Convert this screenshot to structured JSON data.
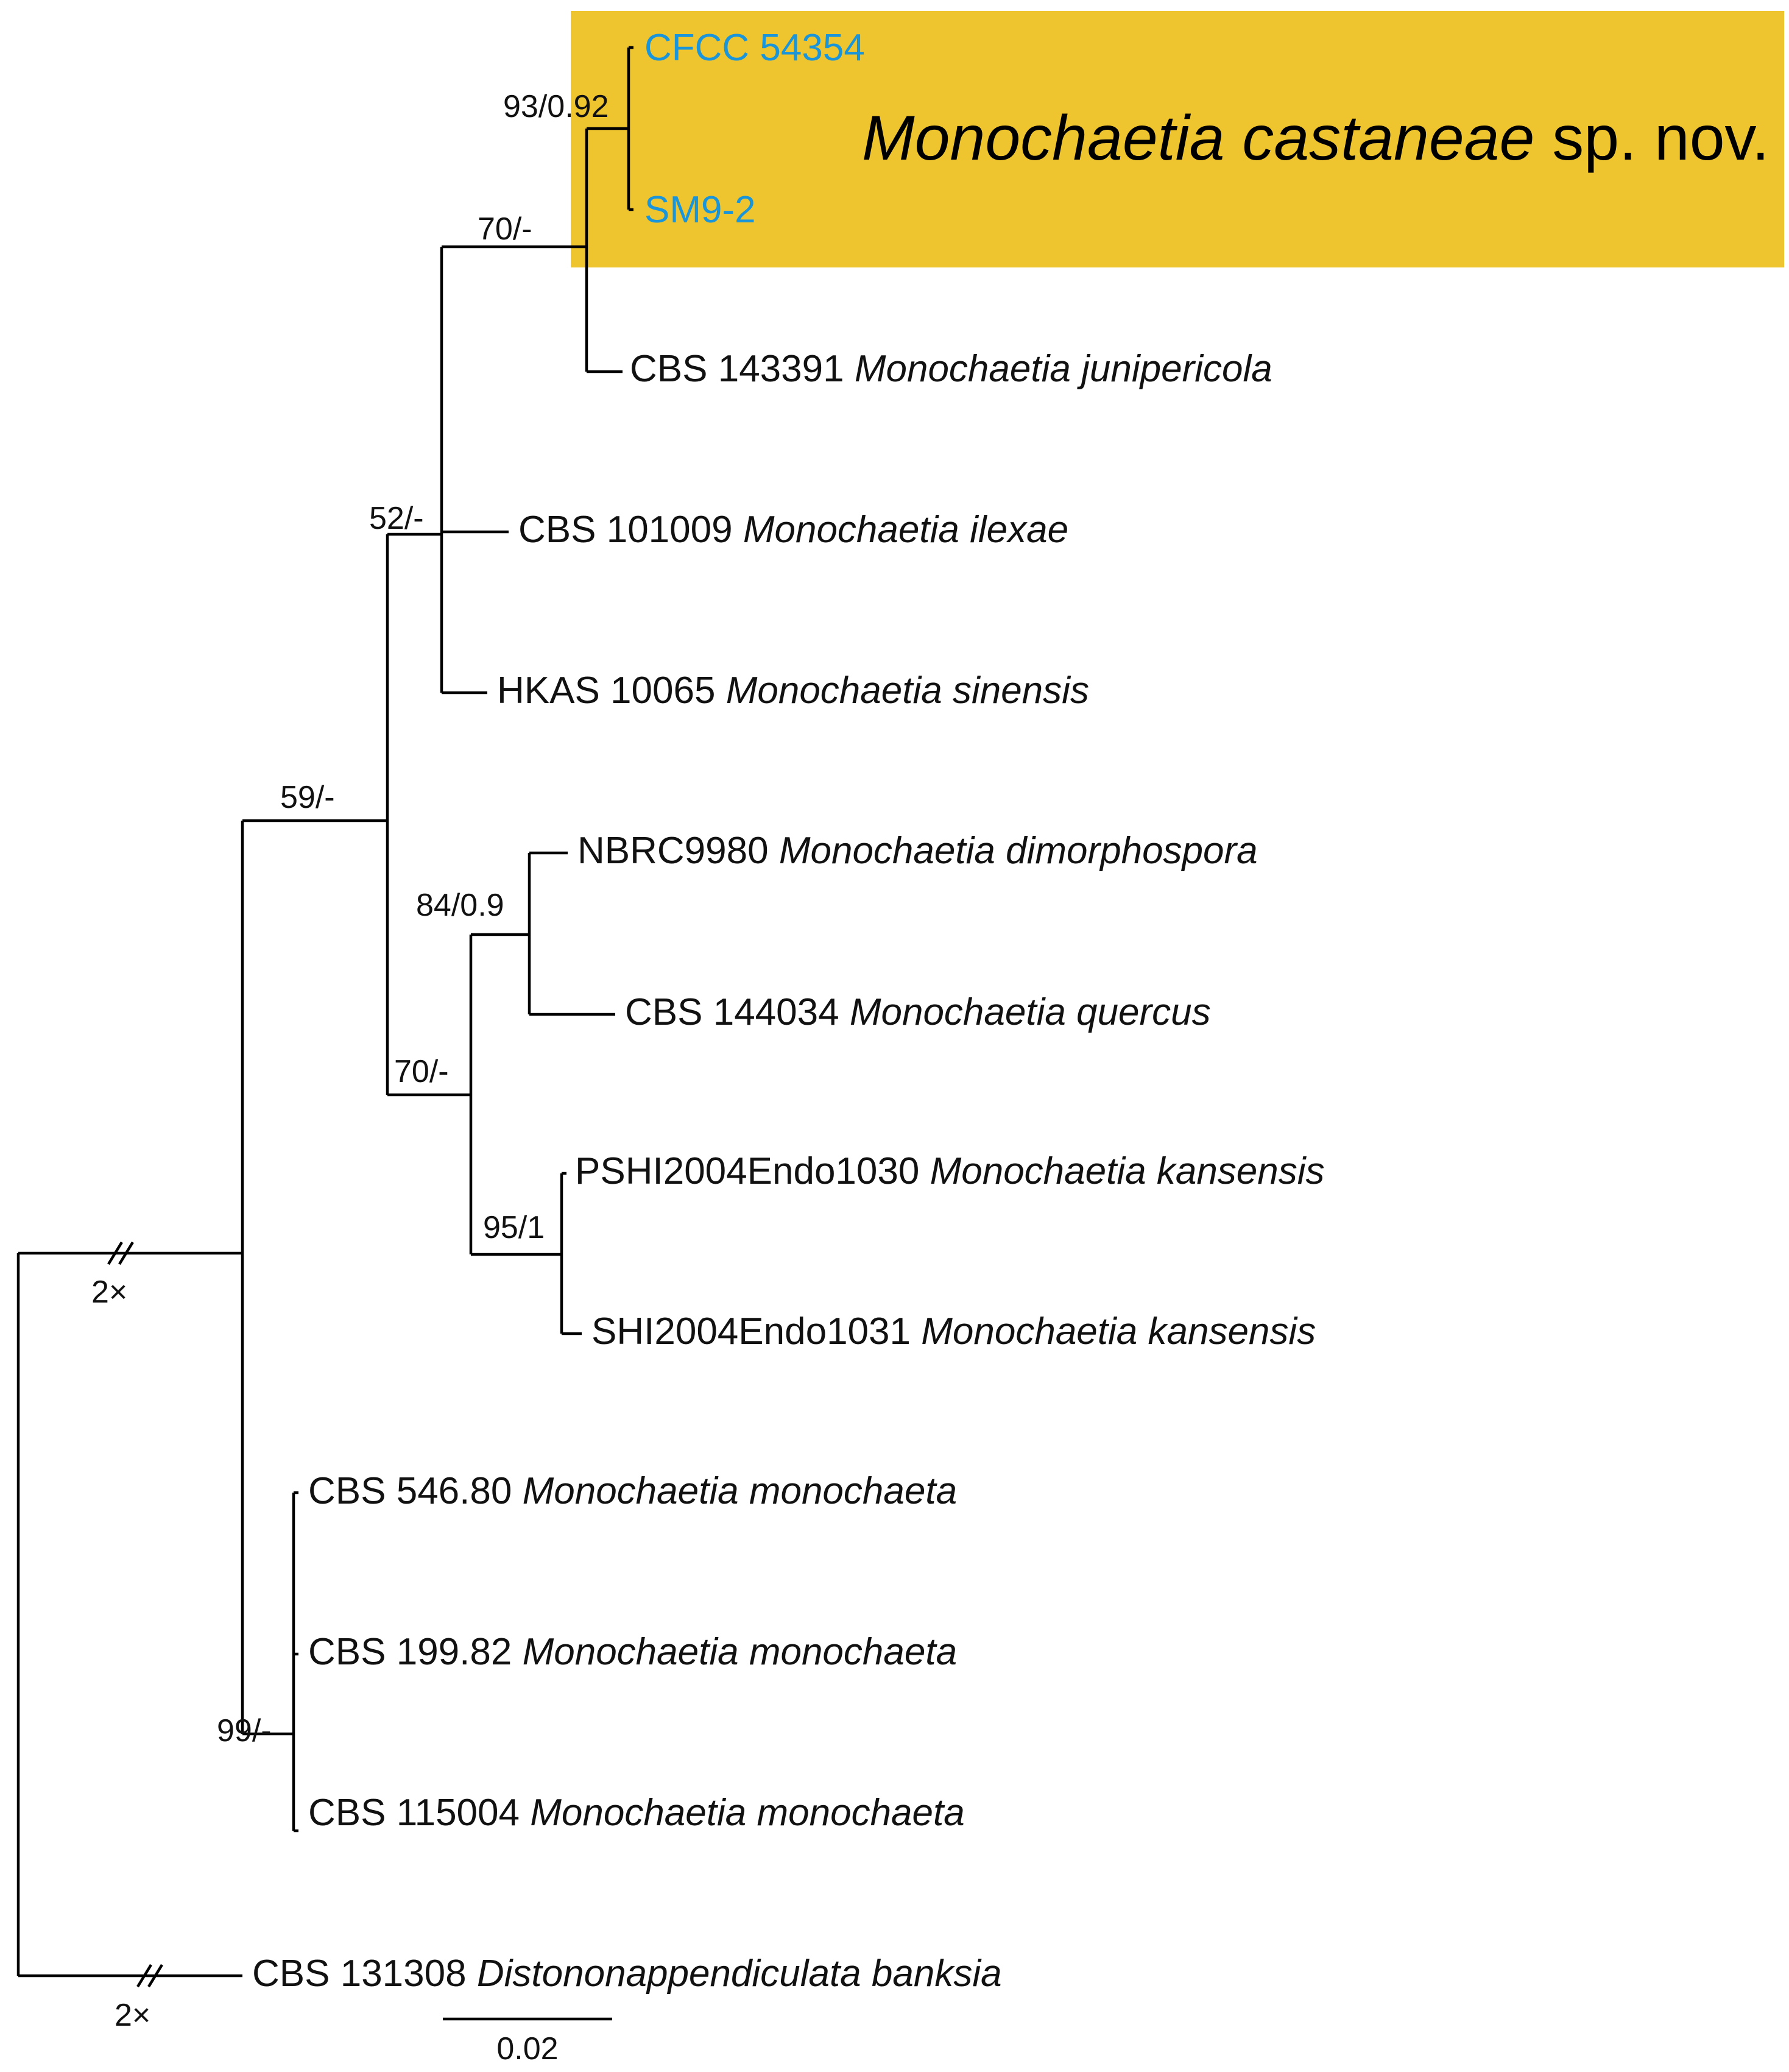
{
  "highlight": {
    "color": "#efc52f",
    "label_species": "Monochaetia castaneae",
    "label_suffix": " sp. nov."
  },
  "new_taxon_color": "#1a95d9",
  "taxa": [
    {
      "id": "cfcc",
      "strain": "CFCC 54354",
      "species": "",
      "new": true
    },
    {
      "id": "sm9",
      "strain": "SM9-2",
      "species": "",
      "new": true
    },
    {
      "id": "cbs143391",
      "strain": "CBS 143391",
      "species": "Monochaetia junipericola"
    },
    {
      "id": "cbs101009",
      "strain": "CBS 101009",
      "species": "Monochaetia ilexae"
    },
    {
      "id": "hkas10065",
      "strain": "HKAS 10065",
      "species": "Monochaetia sinensis"
    },
    {
      "id": "nbrc9980",
      "strain": "NBRC9980",
      "species": "Monochaetia dimorphospora"
    },
    {
      "id": "cbs144034",
      "strain": "CBS 144034",
      "species": "Monochaetia quercus"
    },
    {
      "id": "pshi1030",
      "strain": "PSHI2004Endo1030",
      "species": "Monochaetia kansensis"
    },
    {
      "id": "shi1031",
      "strain": "SHI2004Endo1031",
      "species": "Monochaetia kansensis"
    },
    {
      "id": "cbs54680",
      "strain": "CBS 546.80",
      "species": "Monochaetia monochaeta"
    },
    {
      "id": "cbs19982",
      "strain": "CBS 199.82",
      "species": "Monochaetia monochaeta"
    },
    {
      "id": "cbs115004",
      "strain": "CBS 115004",
      "species": "Monochaetia monochaeta"
    },
    {
      "id": "cbs131308",
      "strain": "CBS 131308",
      "species": "Distononappendiculata banksia"
    }
  ],
  "support_values": [
    {
      "id": "castaneae",
      "value": "93/0.92"
    },
    {
      "id": "castaneae-junipericola",
      "value": "70/-"
    },
    {
      "id": "group-52",
      "value": "52/-"
    },
    {
      "id": "group-59",
      "value": "59/-"
    },
    {
      "id": "dimorphospora-quercus",
      "value": "84/0.9"
    },
    {
      "id": "group-70b",
      "value": "70/-"
    },
    {
      "id": "kansensis",
      "value": "95/1"
    },
    {
      "id": "monochaeta",
      "value": "99/-"
    }
  ],
  "branch_breaks": [
    "2×",
    "2×"
  ],
  "scale_bar": {
    "value": 0.02,
    "label": "0.02"
  }
}
